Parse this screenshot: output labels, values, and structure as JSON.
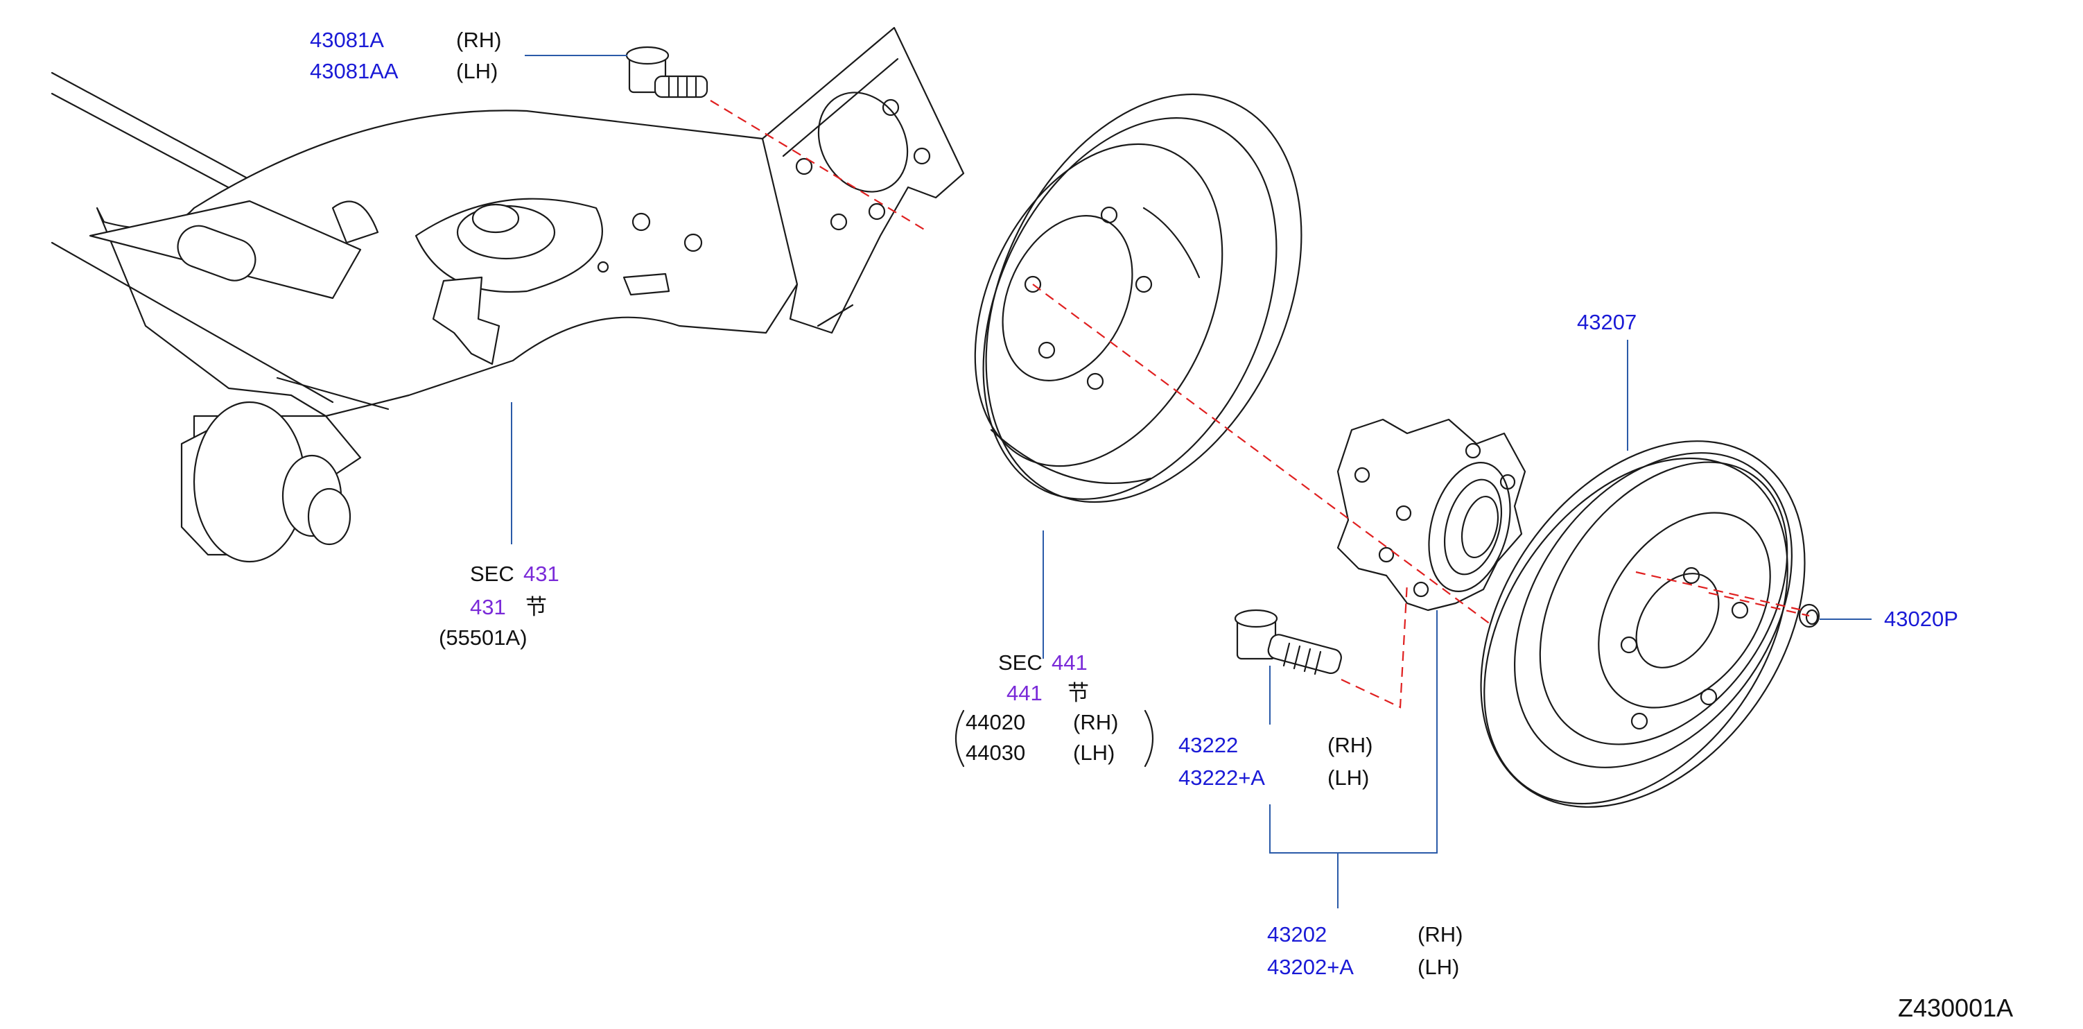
{
  "colors": {
    "part_number": "#1a1ad6",
    "section_ref": "#7a2ad8",
    "text": "#111111",
    "leader": "#2a5aa8",
    "axis_dash": "#e02020"
  },
  "callouts": {
    "bolt": {
      "rh_part": "43081A",
      "rh_side": "(RH)",
      "lh_part": "43081AA",
      "lh_side": "(LH)"
    },
    "axle_beam": {
      "sec_prefix": "SEC",
      "sec_number": "431",
      "sub_number": "431",
      "sub_char": "节",
      "ref": "(55501A)"
    },
    "brake_drum": {
      "sec_prefix": "SEC",
      "sec_number": "441",
      "sub_number": "441",
      "sub_char": "节",
      "rh_ref": "44020",
      "rh_side": "(RH)",
      "lh_ref": "44030",
      "lh_side": "(LH)"
    },
    "hub_bolt": {
      "rh_part": "43222",
      "rh_side": "(RH)",
      "lh_part": "43222+A",
      "lh_side": "(LH)"
    },
    "hub_assembly": {
      "rh_part": "43202",
      "rh_side": "(RH)",
      "lh_part": "43202+A",
      "lh_side": "(LH)"
    },
    "disc": {
      "part": "43207"
    },
    "nut": {
      "part": "43020P"
    }
  },
  "diagram_id": "Z430001A"
}
